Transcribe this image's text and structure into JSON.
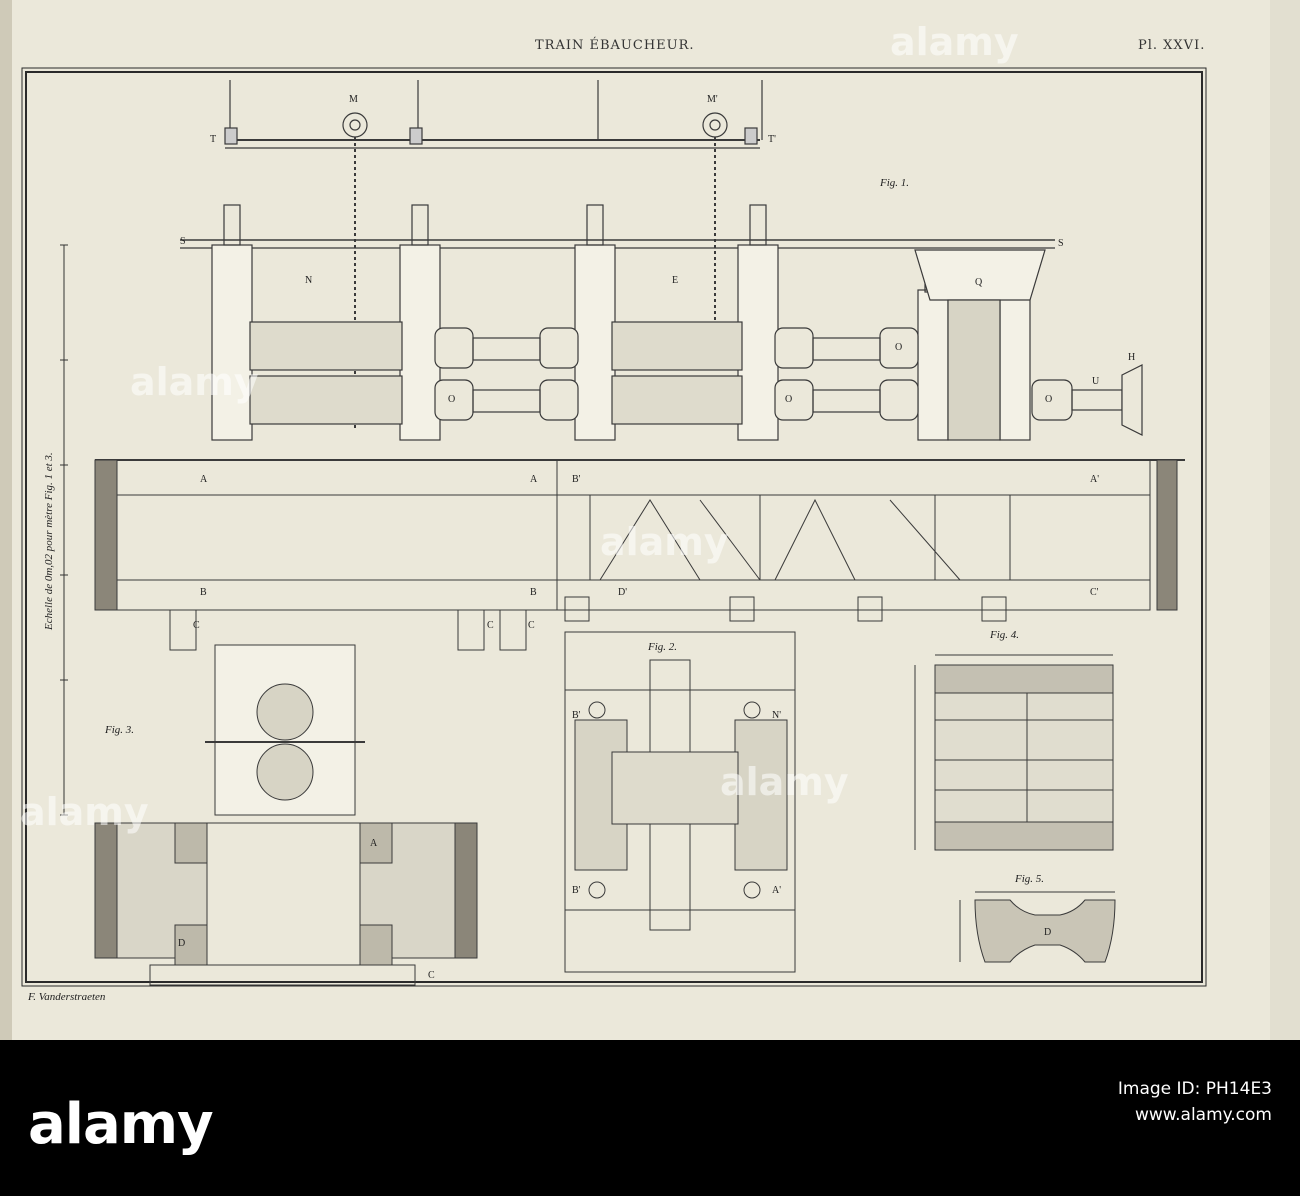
{
  "plate": {
    "title": "TRAIN ÉBAUCHEUR.",
    "plate_number": "Pl. XXVI.",
    "engraver": "F. Vanderstraeten"
  },
  "figures": {
    "fig1": "Fig. 1.",
    "fig2": "Fig. 2.",
    "fig3": "Fig. 3.",
    "fig4": "Fig. 4.",
    "fig5": "Fig. 5."
  },
  "scale_label": "Echelle de 0m,02 pour mètre  Fig. 1 et 3.",
  "letters": {
    "T": "T",
    "T_prime": "T'",
    "M": "M",
    "M_prime": "M'",
    "S": "S",
    "S_right": "S",
    "N": "N",
    "E": "E",
    "Q": "Q",
    "H": "H",
    "U": "U",
    "O1": "O",
    "O2": "O",
    "O3": "O",
    "O4": "O",
    "A1": "A",
    "A2": "A",
    "B_prime_1": "B'",
    "A_prime": "A'",
    "B1": "B",
    "B2": "B",
    "D_prime": "D'",
    "C_prime": "C'",
    "C1": "C",
    "C2": "C",
    "C3": "C",
    "fig2_B_prime_top": "B'",
    "fig2_N_prime": "N'",
    "fig2_B_prime_bottom": "B'",
    "fig2_A_prime": "A'",
    "fig3_A": "A",
    "fig3_D": "D",
    "fig3_C": "C",
    "fig5_D": "D"
  },
  "watermark": "alamy",
  "footer": {
    "brand": "alamy",
    "image_id_line": "Image ID: PH14E3",
    "url_line": "www.alamy.com"
  },
  "colors": {
    "paper": "#ebe8da",
    "ink": "#3a3a3a",
    "footer_bg": "#000000",
    "footer_text": "#ffffff"
  }
}
